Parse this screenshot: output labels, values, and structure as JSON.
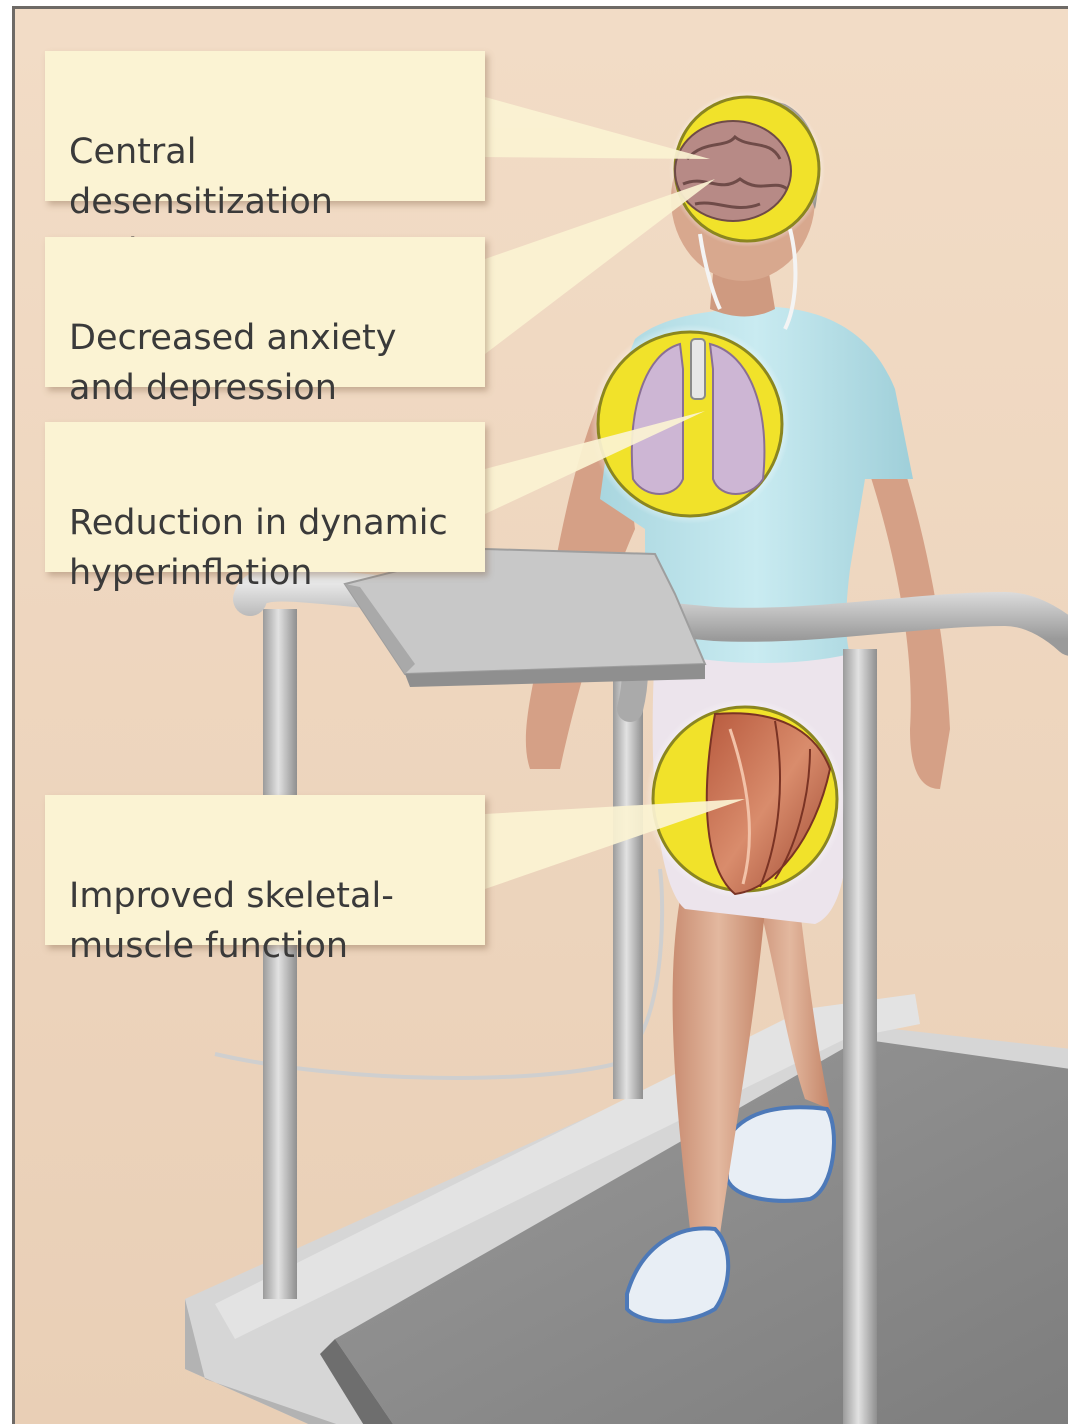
{
  "callouts": [
    {
      "text": "Central desensitization\nto dyspnea",
      "target": "brain"
    },
    {
      "text": "Decreased anxiety\nand depression",
      "target": "brain"
    },
    {
      "text": "Reduction in dynamic\nhyperinflation",
      "target": "lungs"
    },
    {
      "text": "Improved skeletal-\nmuscle function",
      "target": "thigh-muscle"
    }
  ],
  "colors": {
    "background": "#f0d9c2",
    "callout_fill": "#fbf3d3",
    "inset_ring": "#f1e22a",
    "treadmill": "#bfbfbf",
    "shirt": "#bfe3ea",
    "shorts": "#ece4ec",
    "skin": "#d7a488"
  },
  "figure": {
    "subject": "person walking on a treadmill",
    "insets": [
      "brain-inset",
      "lungs-inset",
      "thigh-muscle-inset"
    ]
  }
}
